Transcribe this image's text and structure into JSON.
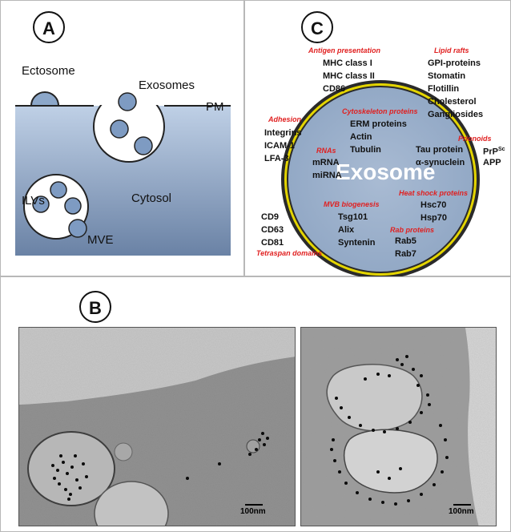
{
  "panels": {
    "a": {
      "label": "A",
      "ectosome": "Ectosome",
      "exosomes": "Exosomes",
      "pm": "PM",
      "ilvs": "ILVs",
      "cytosol": "Cytosol",
      "mve": "MVE"
    },
    "b": {
      "label": "B",
      "scale_left": "100nm",
      "scale_right": "100nm"
    },
    "c": {
      "label": "C",
      "center": "Exosome",
      "antigen": {
        "title": "Antigen presentation",
        "items": [
          "MHC class I",
          "MHC class II",
          "CD86"
        ]
      },
      "lipid": {
        "title": "Lipid rafts",
        "items": [
          "GPI-proteins",
          "Stomatin",
          "Flotillin",
          "Cholesterol",
          "Gangliosides"
        ]
      },
      "adhesion": {
        "title": "Adhesion",
        "items": [
          "Integrins",
          "ICAM-1",
          "LFA-3"
        ]
      },
      "cyto": {
        "title": "Cytoskeleton proteins",
        "items": [
          "ERM proteins",
          "Actin",
          "Tubulin"
        ]
      },
      "rnas": {
        "title": "RNAs",
        "items": [
          "mRNA",
          "miRNA"
        ]
      },
      "prionoids": {
        "title": "Prionoids",
        "items": [
          "Tau protein",
          "α-synuclein"
        ],
        "prp_base": "PrP",
        "prp_sup": "Sc",
        "app": "APP"
      },
      "heat": {
        "title": "Heat shock proteins",
        "items": [
          "Hsc70",
          "Hsp70"
        ]
      },
      "mvb": {
        "title": "MVB biogenesis",
        "items": [
          "Tsg101",
          "Alix",
          "Syntenin"
        ]
      },
      "rab": {
        "title": "Rab proteins",
        "items": [
          "Rab5",
          "Rab7"
        ]
      },
      "tetra": {
        "title": "Tetraspan domains",
        "items": [
          "CD9",
          "CD63",
          "CD81"
        ]
      }
    }
  },
  "colors": {
    "cytosol_top": "#b9cce3",
    "cytosol_bottom": "#6f86a8",
    "vesicle": "#7f9cc2",
    "exosome_fill": "#9db2cd",
    "ring": "#e4d500",
    "label_red": "#e02020"
  }
}
